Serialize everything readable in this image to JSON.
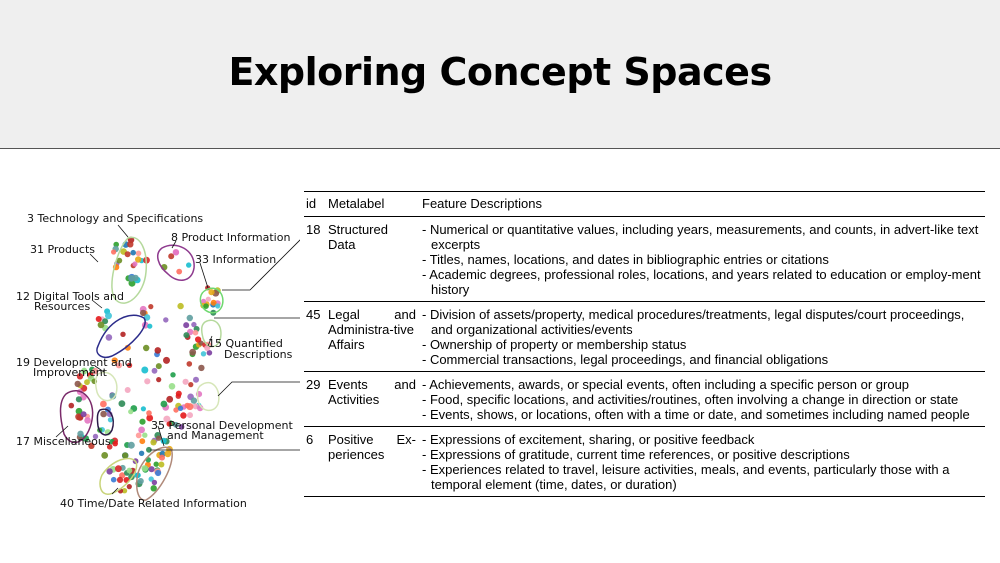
{
  "slide": {
    "title": "Exploring Concept Spaces"
  },
  "plot": {
    "labels": [
      {
        "id": "3",
        "text": "3 Technology and Specifications"
      },
      {
        "id": "31",
        "text": "31 Products"
      },
      {
        "id": "8",
        "text": "8 Product Information"
      },
      {
        "id": "33",
        "text": "33 Information"
      },
      {
        "id": "12",
        "line1": "12 Digital Tools and",
        "line2": "Resources"
      },
      {
        "id": "15",
        "line1": "15 Quantified",
        "line2": "Descriptions"
      },
      {
        "id": "19",
        "line1": "19 Development and",
        "line2": "Improvement"
      },
      {
        "id": "35",
        "line1": "35 Personal Development",
        "line2": "and Management"
      },
      {
        "id": "17",
        "text": "17 Miscellaneous"
      },
      {
        "id": "40",
        "text": "40 Time/Date Related Information"
      }
    ]
  },
  "table": {
    "headers": {
      "id": "id",
      "metalabel": "Metalabel",
      "descriptions": "Feature Descriptions"
    },
    "rows": [
      {
        "id": "18",
        "metalabel": "Structured Data",
        "descriptions": [
          "- Numerical or quantitative values, including years, measurements, and counts, in advert-like text excerpts",
          "- Titles, names, locations, and dates in bibliographic entries or citations",
          "- Academic degrees, professional roles, locations, and years related to education or employ-ment history"
        ]
      },
      {
        "id": "45",
        "metalabel": "Legal and Administra-tive Affairs",
        "descriptions": [
          "- Division of assets/property, medical procedures/treatments, legal disputes/court proceedings, and organizational activities/events",
          "- Ownership of property or membership status",
          "- Commercial transactions, legal proceedings, and financial obligations"
        ]
      },
      {
        "id": "29",
        "metalabel": "Events and Activities",
        "descriptions": [
          "- Achievements, awards, or special events, often including a specific person or group",
          "- Food, specific locations, and activities/routines, often involving a change in direction or state",
          "- Events, shows, or locations, often with a time or date, and sometimes including named people"
        ]
      },
      {
        "id": "6",
        "metalabel": "Positive Ex-periences",
        "descriptions": [
          "- Expressions of excitement, sharing, or positive feedback",
          "- Expressions of gratitude, current time references, or positive descriptions",
          "- Experiences related to travel, leisure activities, meals, and events, particularly those with a temporal element (time, dates, or duration)"
        ]
      }
    ]
  }
}
